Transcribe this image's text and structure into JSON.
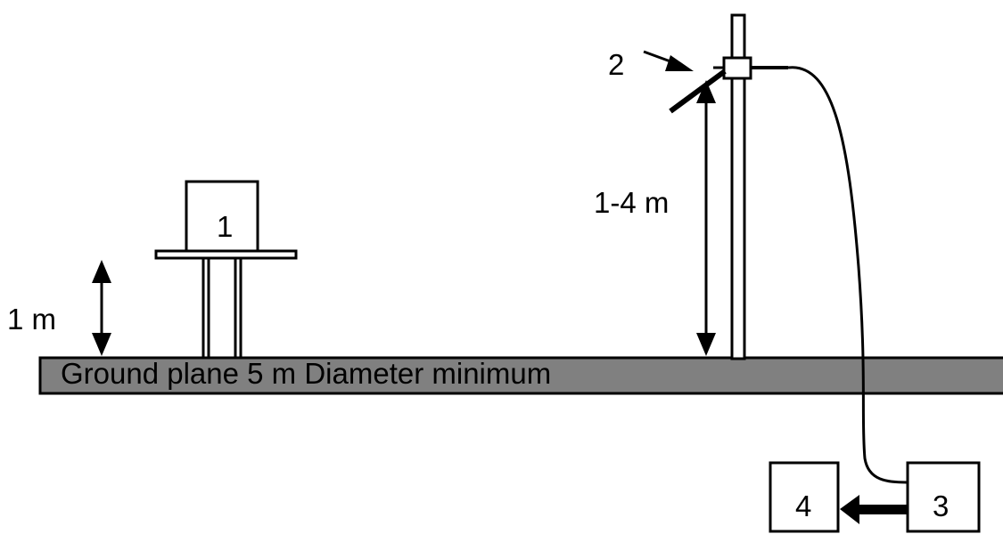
{
  "labels": {
    "eut": "1",
    "antenna": "2",
    "receiver": "3",
    "analyzer": "4",
    "eut_height": "1 m",
    "antenna_height": "1-4 m",
    "ground_plane": "Ground plane 5 m Diameter minimum"
  },
  "colors": {
    "ground_plane_fill": "#808080",
    "line": "#000000",
    "background": "#ffffff"
  },
  "icons": {
    "eut": "equipment-box",
    "antenna": "antenna-element",
    "receiver": "receiver-box",
    "analyzer": "analyzer-box"
  }
}
